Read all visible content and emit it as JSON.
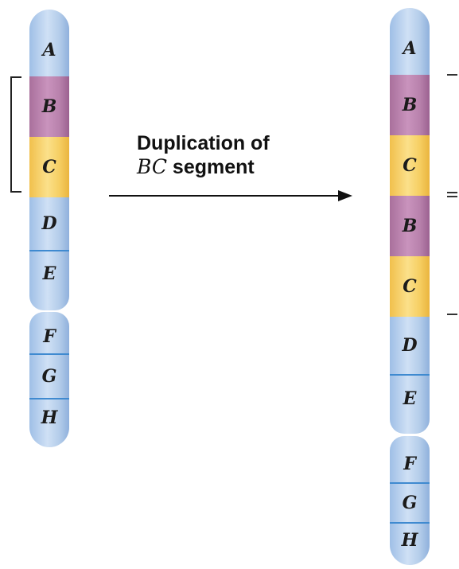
{
  "original": {
    "upper_arm": [
      "A",
      "B",
      "C",
      "D",
      "E"
    ],
    "lower_arm": [
      "F",
      "G",
      "H"
    ]
  },
  "duplicated": {
    "upper_arm": [
      "A",
      "B",
      "C",
      "B",
      "C",
      "D",
      "E"
    ],
    "lower_arm": [
      "F",
      "G",
      "H"
    ]
  },
  "caption": {
    "line1": "Duplication of",
    "line2_segment": "BC",
    "line2_word": " segment"
  },
  "colors": {
    "normal_band": "#b4cdea",
    "B_band": "#b982ad",
    "C_band": "#f6cf63",
    "separator": "#3f8ad0"
  }
}
